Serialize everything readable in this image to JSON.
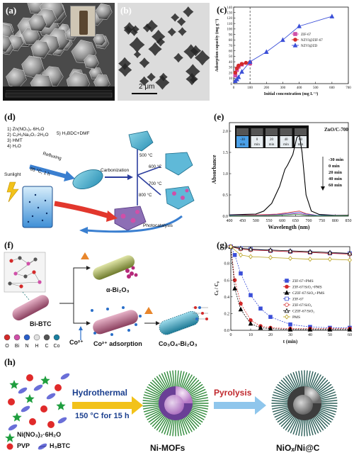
{
  "panels": {
    "a": {
      "label": "(a)"
    },
    "b": {
      "label": "(b)",
      "scalebar": "2 μm"
    },
    "c": {
      "label": "(c)"
    },
    "d": {
      "label": "(d)"
    },
    "e": {
      "label": "(e)"
    },
    "f": {
      "label": "(f)"
    },
    "g": {
      "label": "(g)"
    },
    "h": {
      "label": "(h)"
    }
  },
  "scheme_d": {
    "steps": [
      "1) Zn(NO₃)₂·6H₂O",
      "2) C₆H₅Na₃O₇·2H₂O",
      "3) HMT",
      "4) H₂O"
    ],
    "step5": "5) H₃BDC+DMF",
    "refluxing": "Refluxing",
    "reflux_cond": "85 °C, 1 h",
    "carbonization": "Carbonization",
    "temps": [
      "500 °C",
      "600 °C",
      "700 °C",
      "800 °C"
    ],
    "sunlight": "Sunlight",
    "photocatalysis": "Photocatalysis"
  },
  "scheme_f": {
    "precursor": "Bi-BTC",
    "product1": "α-Bi₂O₃",
    "ion": "Co²⁺",
    "adsorption": "Co²⁺ adsorption",
    "product2": "Co₃O₄-Bi₂O₃",
    "legend": [
      "O",
      "Bi",
      "N",
      "H",
      "C",
      "Co"
    ]
  },
  "scheme_h": {
    "hydrothermal": "Hydrothermal",
    "condition": "150 °C for 15 h",
    "pyrolysis": "Pyrolysis",
    "intermediate": "Ni-MOFs",
    "product": "NiOₓ/Ni@C",
    "legend": [
      "Ni(NO₃)₂·6H₂O",
      "PVP",
      "H₃BTC"
    ]
  },
  "colors": {
    "blue": "#3b4fd8",
    "red": "#d42a2a",
    "pink": "#d04fa8",
    "green": "#1e9e3e",
    "purple": "#7a3fa0"
  },
  "chart_data": [
    {
      "type": "line",
      "panel": "c",
      "xlabel": "Initial concentration  (mg L⁻¹)",
      "ylabel": "Adsorption capacity (mg g⁻¹)",
      "xlim": [
        0,
        700
      ],
      "ylim": [
        0,
        140
      ],
      "xticks": [
        0,
        100,
        200,
        300,
        400,
        500,
        600,
        700
      ],
      "yticks": [
        0,
        10,
        20,
        30,
        40,
        50,
        60,
        70,
        80,
        90,
        100,
        110,
        120,
        130,
        140
      ],
      "vline": 100,
      "series": [
        {
          "name": "ZIF-67",
          "color": "#d04fa8",
          "marker": "square",
          "x": [
            10,
            20,
            30,
            50,
            100
          ],
          "y": [
            15,
            25,
            31,
            35,
            37
          ]
        },
        {
          "name": "NZVI@ZIF-67",
          "color": "#d42a2a",
          "marker": "circle",
          "x": [
            10,
            20,
            30,
            50,
            75,
            100
          ],
          "y": [
            20,
            28,
            33,
            36,
            38,
            39
          ]
        },
        {
          "name": "NZVI@ZD",
          "color": "#3b4fd8",
          "marker": "triangle",
          "x": [
            10,
            20,
            30,
            50,
            100,
            200,
            300,
            400,
            600
          ],
          "y": [
            5,
            8,
            12,
            22,
            40,
            58,
            80,
            105,
            123
          ]
        }
      ]
    },
    {
      "type": "line",
      "panel": "e",
      "title": "ZnO/C-700",
      "xlabel": "Wavelength (nm)",
      "ylabel": "Absorbance",
      "xlim": [
        400,
        850
      ],
      "ylim": [
        0,
        2.2
      ],
      "xticks": [
        400,
        450,
        500,
        550,
        600,
        650,
        700,
        750,
        800,
        850
      ],
      "yticks": [
        0.0,
        0.5,
        1.0,
        1.5,
        2.0
      ],
      "vial_labels": [
        "-30 min",
        "0 min",
        "20 min",
        "40 min",
        "60 min"
      ],
      "series": [
        {
          "name": "-30 min",
          "color": "#000000",
          "x": [
            400,
            450,
            500,
            530,
            560,
            590,
            610,
            620,
            640,
            655,
            665,
            675,
            690,
            710,
            740,
            800,
            850
          ],
          "y": [
            0.03,
            0.04,
            0.05,
            0.12,
            0.3,
            0.7,
            1.1,
            1.2,
            1.45,
            1.85,
            1.9,
            1.5,
            0.5,
            0.12,
            0.04,
            0.02,
            0.02
          ]
        },
        {
          "name": "0 min",
          "color": "#d42a2a",
          "x": [
            400,
            500,
            580,
            620,
            650,
            665,
            690,
            730,
            850
          ],
          "y": [
            0.02,
            0.03,
            0.05,
            0.08,
            0.11,
            0.12,
            0.06,
            0.02,
            0.01
          ]
        },
        {
          "name": "20 min",
          "color": "#3b4fd8",
          "x": [
            400,
            500,
            580,
            620,
            650,
            665,
            690,
            730,
            850
          ],
          "y": [
            0.02,
            0.02,
            0.04,
            0.06,
            0.08,
            0.09,
            0.05,
            0.02,
            0.01
          ]
        },
        {
          "name": "40 min",
          "color": "#d04fa8",
          "x": [
            400,
            500,
            580,
            620,
            650,
            665,
            690,
            730,
            850
          ],
          "y": [
            0.01,
            0.02,
            0.03,
            0.04,
            0.06,
            0.06,
            0.03,
            0.01,
            0.01
          ]
        },
        {
          "name": "60 min",
          "color": "#1e9e3e",
          "x": [
            400,
            500,
            580,
            620,
            650,
            665,
            690,
            730,
            850
          ],
          "y": [
            0.01,
            0.01,
            0.02,
            0.03,
            0.04,
            0.04,
            0.02,
            0.01,
            0.01
          ]
        }
      ]
    },
    {
      "type": "line",
      "panel": "g",
      "xlabel": "t (min)",
      "ylabel": "Cₜ / C₀",
      "xlim": [
        0,
        60
      ],
      "ylim": [
        0,
        1.0
      ],
      "xticks": [
        0,
        10,
        20,
        30,
        40,
        50,
        60
      ],
      "yticks": [
        0.0,
        0.2,
        0.4,
        0.6,
        0.8,
        1.0
      ],
      "series": [
        {
          "name": "ZIF-67+PMS",
          "color": "#3b4fd8",
          "marker": "square",
          "x": [
            0,
            2,
            5,
            10,
            15,
            20,
            30,
            40,
            50,
            60
          ],
          "y": [
            1.0,
            0.9,
            0.68,
            0.42,
            0.26,
            0.16,
            0.07,
            0.04,
            0.03,
            0.03
          ]
        },
        {
          "name": "ZIF-67/SiO₂+PMS",
          "color": "#d42a2a",
          "marker": "circle",
          "x": [
            0,
            2,
            5,
            10,
            15,
            20,
            30,
            40,
            50,
            60
          ],
          "y": [
            1.0,
            0.6,
            0.32,
            0.12,
            0.05,
            0.03,
            0.02,
            0.02,
            0.02,
            0.02
          ]
        },
        {
          "name": "CZIF-67/SiO₂+PMS",
          "color": "#000000",
          "marker": "triangle",
          "x": [
            0,
            2,
            5,
            10,
            15,
            20,
            30,
            40,
            50,
            60
          ],
          "y": [
            1.0,
            0.5,
            0.25,
            0.08,
            0.03,
            0.02,
            0.01,
            0.01,
            0.01,
            0.01
          ]
        },
        {
          "name": "ZIF-67",
          "color": "#3b4fd8",
          "marker": "square-open",
          "x": [
            0,
            5,
            10,
            20,
            30,
            40,
            50,
            60
          ],
          "y": [
            1.0,
            0.98,
            0.97,
            0.95,
            0.94,
            0.93,
            0.92,
            0.92
          ]
        },
        {
          "name": "ZIF-67/SiO₂",
          "color": "#d42a2a",
          "marker": "circle-open",
          "x": [
            0,
            5,
            10,
            20,
            30,
            40,
            50,
            60
          ],
          "y": [
            1.0,
            0.97,
            0.96,
            0.95,
            0.94,
            0.93,
            0.92,
            0.91
          ]
        },
        {
          "name": "CZIF-67/SiO₂",
          "color": "#000000",
          "marker": "triangle-open",
          "x": [
            0,
            5,
            10,
            20,
            30,
            40,
            50,
            60
          ],
          "y": [
            1.0,
            0.98,
            0.97,
            0.96,
            0.95,
            0.94,
            0.93,
            0.92
          ]
        },
        {
          "name": "PMS",
          "color": "#b8a01a",
          "marker": "diamond-open",
          "x": [
            0,
            5,
            10,
            20,
            30,
            40,
            50,
            60
          ],
          "y": [
            1.0,
            0.9,
            0.88,
            0.87,
            0.86,
            0.85,
            0.85,
            0.84
          ]
        }
      ]
    }
  ]
}
